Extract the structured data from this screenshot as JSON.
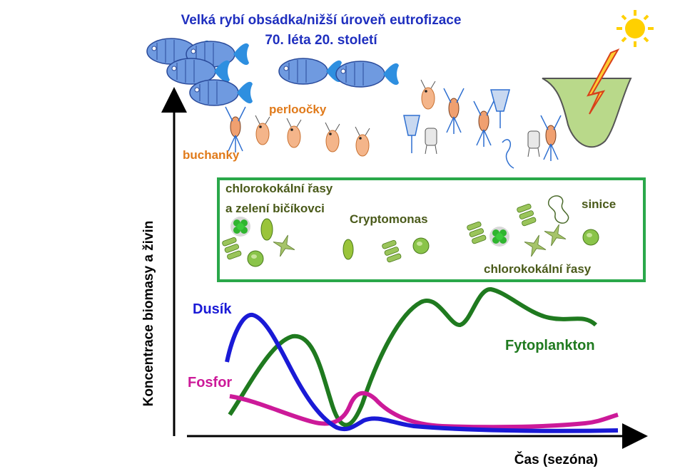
{
  "title_line1": "Velká rybí obsádka/nižší úroveň eutrofizace",
  "title_line2": "70. léta 20. století",
  "zooplankton": {
    "cladocera_label": "perloočky",
    "copepoda_label": "buchanky"
  },
  "phytoplankton_box": {
    "label_green_1": "chlorokokální řasy",
    "label_green_2": "a zelení bičíkovci",
    "label_crypto": "Cryptomonas",
    "label_cyano": "sinice",
    "label_chloro": "chlorokokální řasy"
  },
  "chart_data": {
    "type": "line",
    "xlabel": "Čas (sezóna)",
    "ylabel": "Koncentrace biomasy a živin",
    "series": [
      {
        "name": "Dusík",
        "color": "#1a1ad6"
      },
      {
        "name": "Fosfor",
        "color": "#cc1a99"
      },
      {
        "name": "Fytoplankton",
        "color": "#1f7a1f"
      }
    ]
  },
  "colors": {
    "title": "#1f2fbf",
    "zoo_label": "#e07a1a",
    "box_border": "#2aa84a",
    "box_text": "#4a5a1a",
    "fish": "#6f9ae0",
    "fish_tail": "#2e8fe0",
    "algae": "#8ac44a",
    "lake": "#b9d98a"
  },
  "icons": [
    "fish-icon",
    "sun-icon",
    "lightning-icon",
    "lake-icon",
    "daphnia-icon",
    "copepod-icon",
    "algae-icon"
  ]
}
